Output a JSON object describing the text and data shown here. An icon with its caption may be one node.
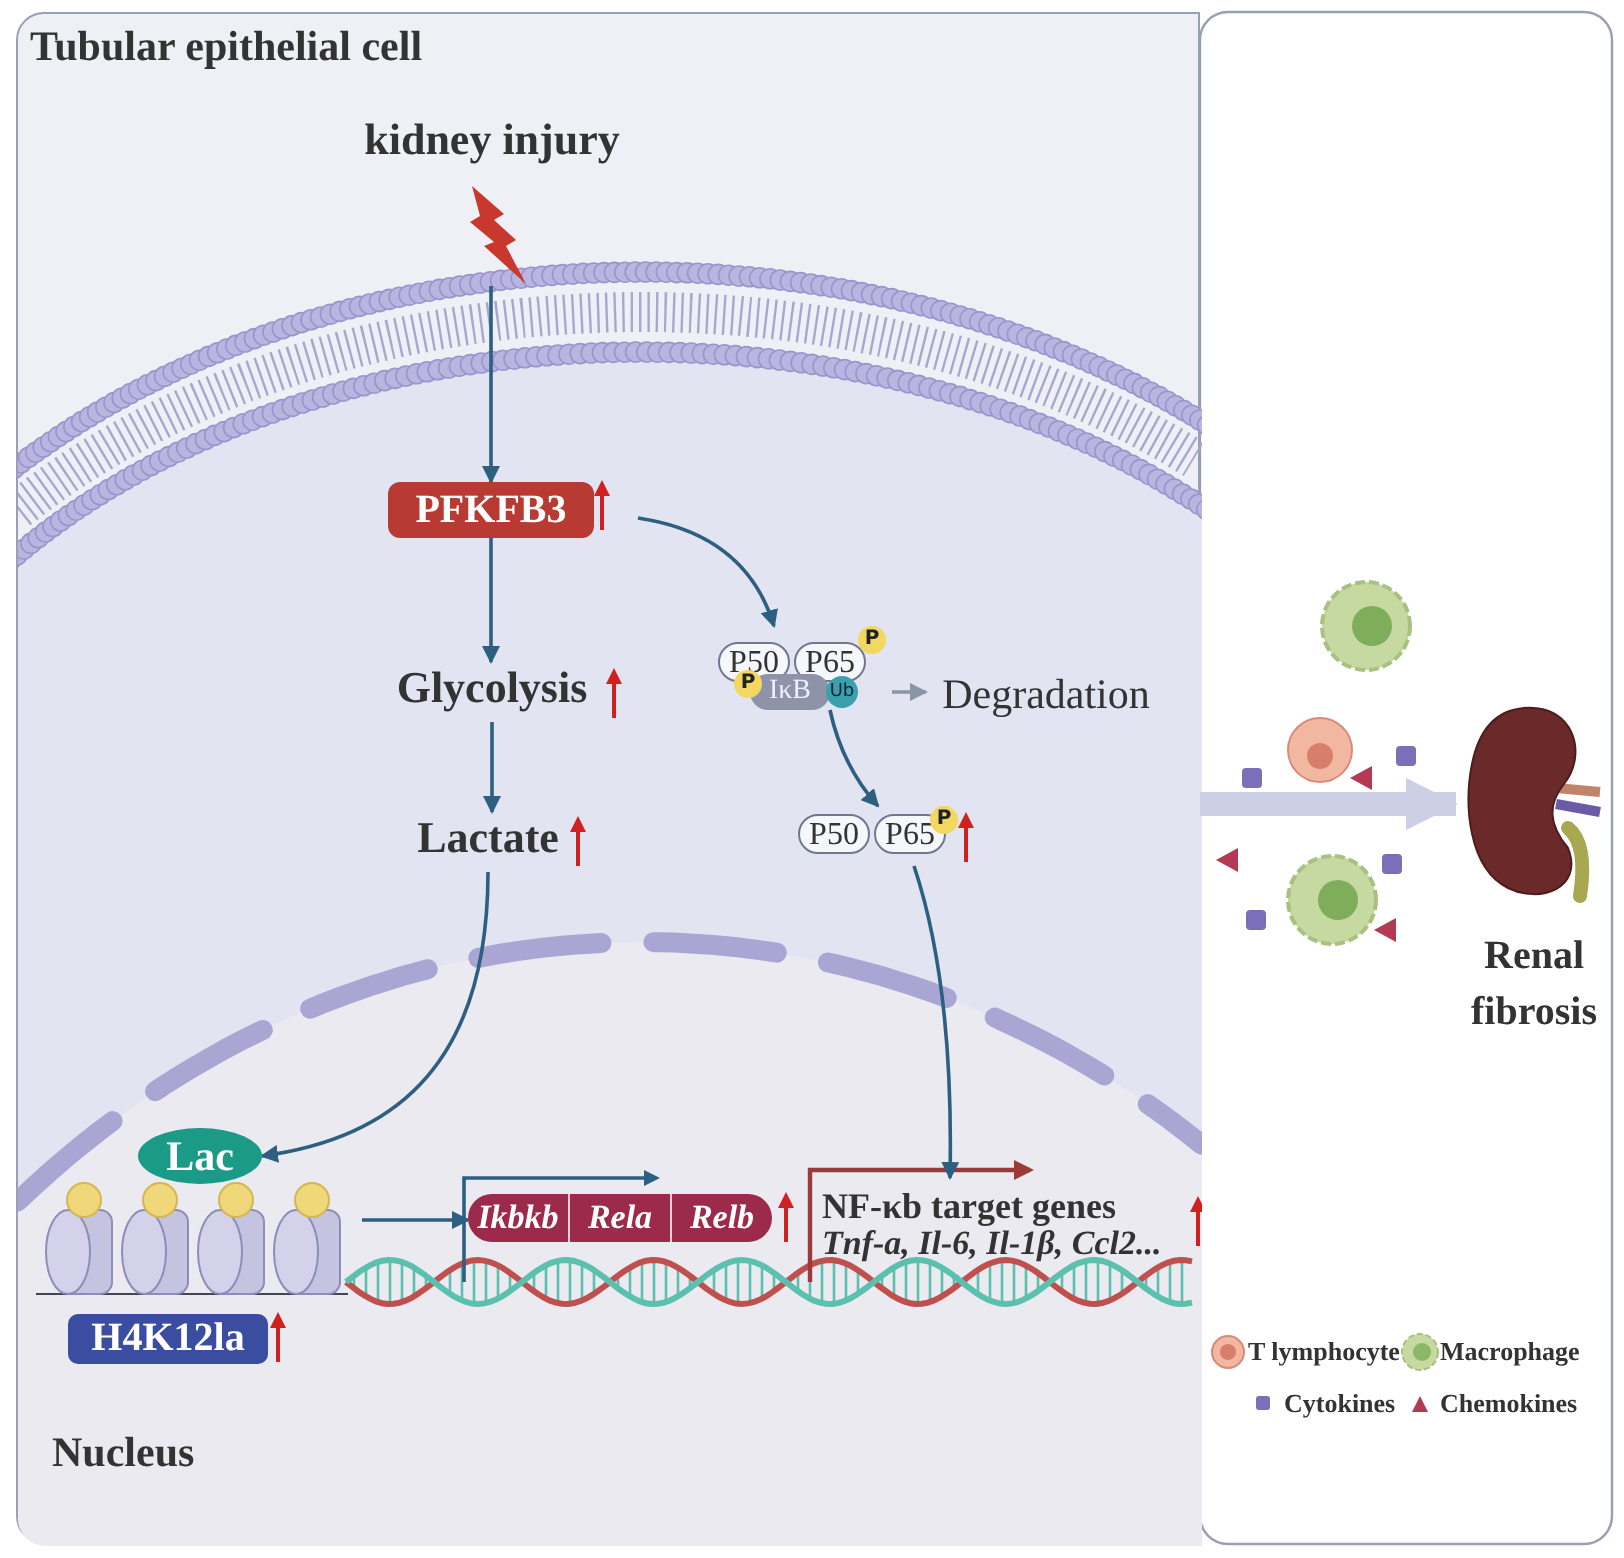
{
  "diagram": {
    "nodes": [
      {
        "text": [
          "Tubular epithelial cell"
        ]
      },
      {
        "text": [
          "kidney injury"
        ],
        "in": 0
      },
      {
        "text": [
          "PFKFB3"
        ],
        "in": 0
      },
      {
        "text": [
          "Glycolysis"
        ],
        "in": 0
      },
      {
        "text": [
          "Lactate"
        ],
        "in": 0
      },
      {
        "text": [
          "P50",
          "P65",
          "P",
          "P",
          "IκB",
          "Ub"
        ],
        "in": 0
      },
      {
        "text": [
          "Degradation"
        ],
        "in": 0
      },
      {
        "text": [
          "P50",
          "P65",
          "P"
        ],
        "in": 0
      },
      {
        "text": [
          "Lac"
        ],
        "in": 0
      },
      {
        "text": [],
        "shape": "picture",
        "in": 0
      },
      {
        "text": [
          "H4K12la"
        ],
        "in": 0
      },
      {
        "text": [
          "Ikbkb",
          "Rela",
          "Relb"
        ],
        "in": 0
      },
      {
        "text": [
          "NF-κb target genes",
          "Tnf-a, Il-6, Il-1β, Ccl2..."
        ],
        "in": 0
      },
      {
        "text": [
          "Renal fibrosis"
        ]
      }
    ],
    "edges": [
      {
        "from": 1,
        "to": 2,
        "arrow": "to"
      },
      {
        "from": 2,
        "to": 3,
        "arrow": "to"
      },
      {
        "from": 3,
        "to": 4,
        "arrow": "to"
      },
      {
        "from": 2,
        "to": 5,
        "arrow": "to"
      },
      {
        "from": 5,
        "to": 6,
        "arrow": "to",
        "color": "#8a96a8"
      },
      {
        "from": 5,
        "to": 7,
        "arrow": "to"
      },
      {
        "from": 4,
        "to": 8,
        "arrow": "to"
      },
      {
        "from": 9,
        "to": 11,
        "arrow": "to"
      },
      {
        "from": 7,
        "to": 12,
        "arrow": "to"
      },
      {
        "from": 0,
        "to": 13,
        "arrow": "to",
        "style": "thick",
        "color": "#ccd0e6"
      }
    ],
    "labels": [
      "Nucleus"
    ],
    "legend": [
      {
        "text": "T lymphocyte"
      },
      {
        "text": "Macrophage"
      },
      {
        "text": "Cytokines"
      },
      {
        "text": "Chemokines"
      }
    ]
  }
}
